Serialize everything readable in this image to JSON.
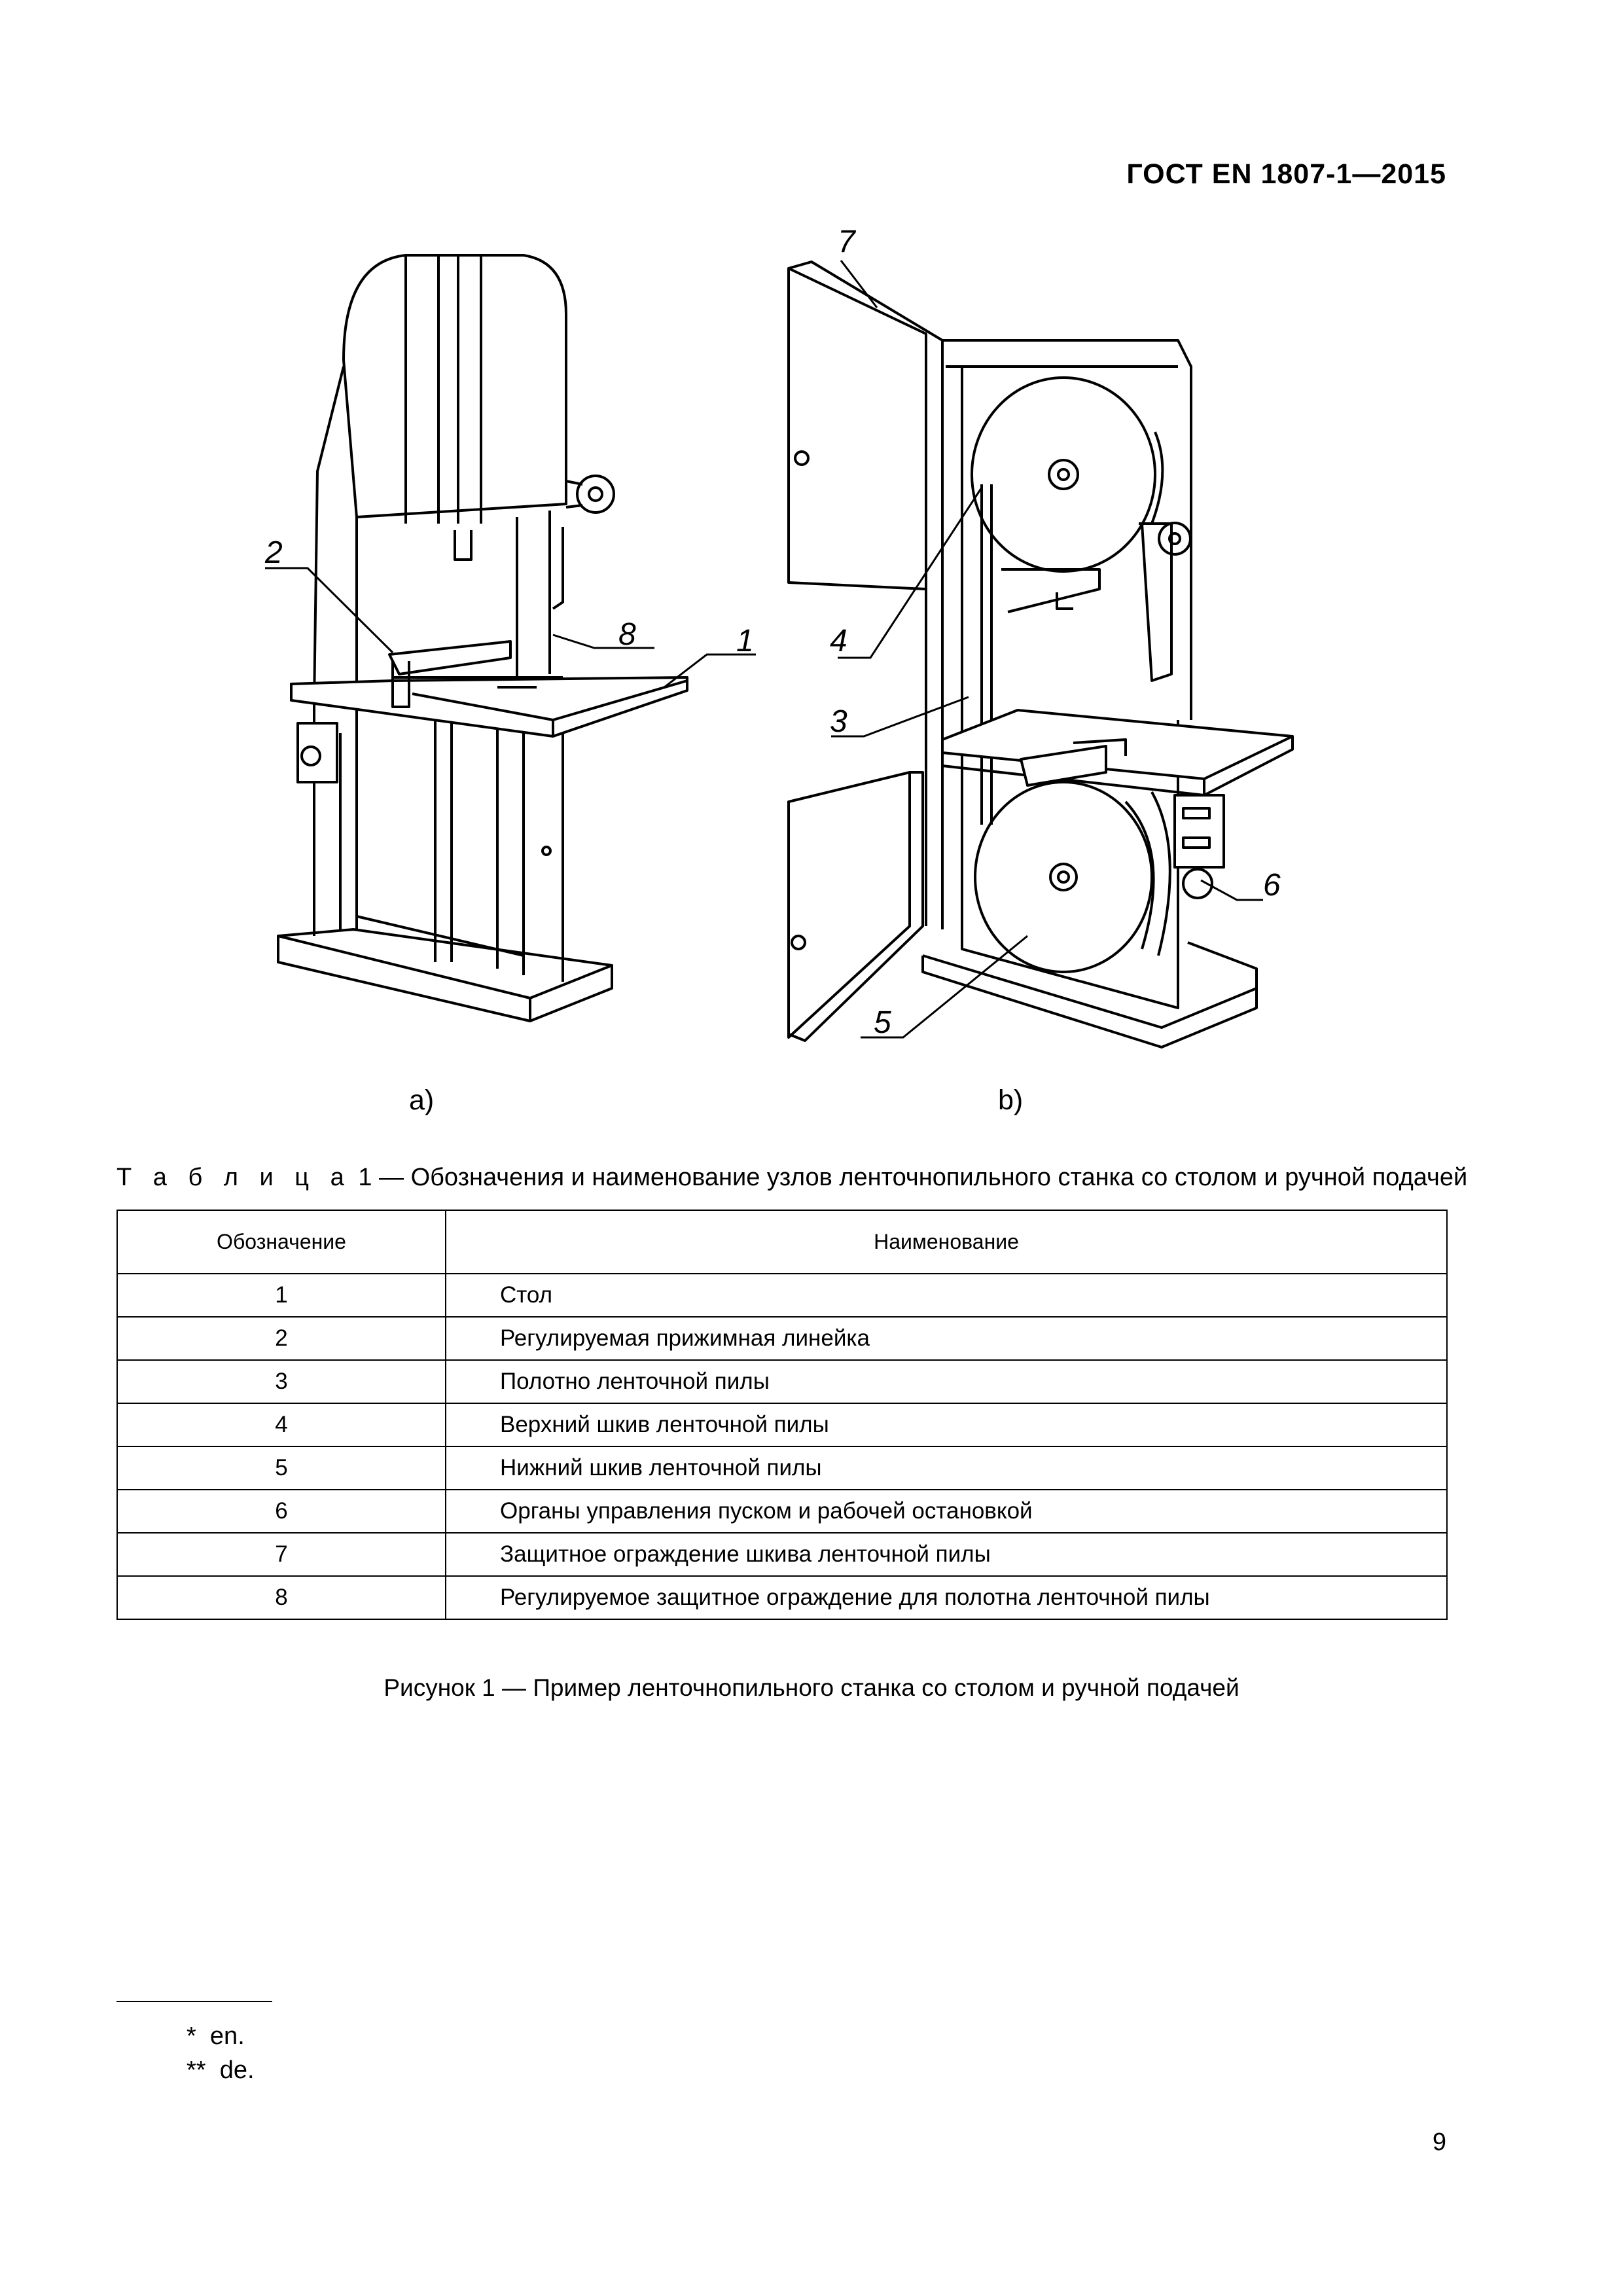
{
  "header": {
    "standard": "ГОСТ  EN 1807-1—2015"
  },
  "figure": {
    "sub_a": "a)",
    "sub_b": "b)",
    "callouts_a": [
      "2",
      "8",
      "1"
    ],
    "callouts_b": [
      "7",
      "4",
      "3",
      "6",
      "5"
    ],
    "caption": "Рисунок 1 — Пример ленточнопильного станка со столом и ручной подачей"
  },
  "table": {
    "title_prefix": "Т а б л и ц а",
    "title_rest": " 1 — Обозначения и наименование узлов ленточнопильного станка со столом и ручной подачей",
    "headers": [
      "Обозначение",
      "Наименование"
    ],
    "rows": [
      [
        "1",
        "Стол"
      ],
      [
        "2",
        "Регулируемая прижимная линейка"
      ],
      [
        "3",
        "Полотно ленточной пилы"
      ],
      [
        "4",
        "Верхний шкив ленточной пилы"
      ],
      [
        "5",
        "Нижний шкив ленточной пилы"
      ],
      [
        "6",
        "Органы управления пуском и рабочей остановкой"
      ],
      [
        "7",
        "Защитное ограждение шкива ленточной пилы"
      ],
      [
        "8",
        "Регулируемое защитное ограждение для полотна ленточной пилы"
      ]
    ]
  },
  "footnotes": [
    {
      "mark": "*",
      "text": "en."
    },
    {
      "mark": "**",
      "text": "de."
    }
  ],
  "page_number": "9"
}
